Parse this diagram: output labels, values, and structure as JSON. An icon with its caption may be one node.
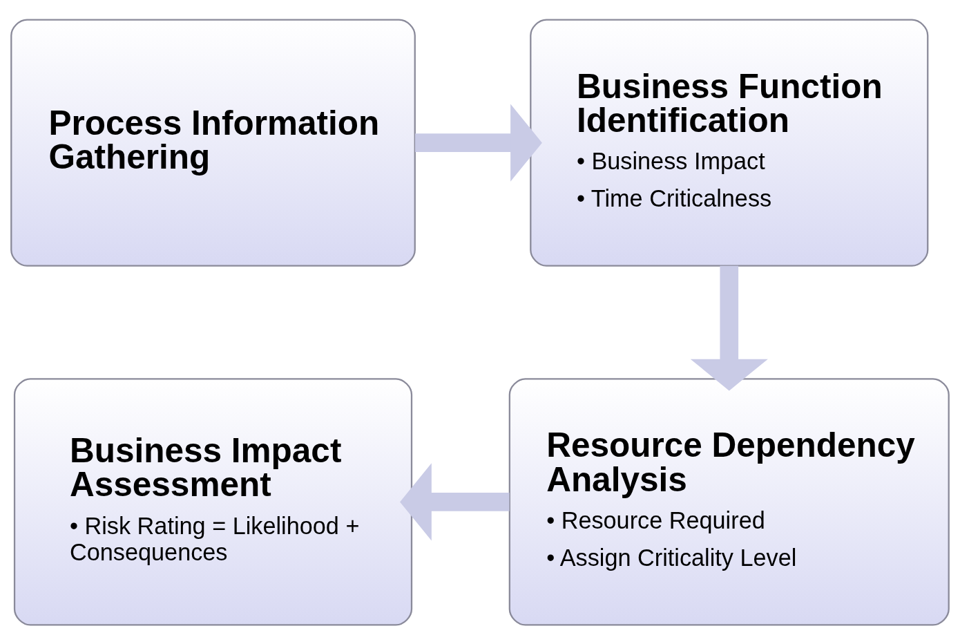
{
  "diagram": {
    "nodes": [
      {
        "text": [
          "Process Information Gathering"
        ]
      },
      {
        "text": [
          "Business Function Identification",
          "• Business Impact",
          "• Time Criticalness"
        ]
      },
      {
        "text": [
          "Business Impact Assessment",
          "• Risk Rating = Likelihood + Consequences"
        ]
      },
      {
        "text": [
          "Resource Dependency Analysis",
          "• Resource Required",
          "• Assign Criticality Level"
        ]
      }
    ],
    "edges": [
      {
        "from": 0,
        "to": 1,
        "arrow": "to"
      },
      {
        "from": 1,
        "to": 3,
        "arrow": "to"
      },
      {
        "from": 3,
        "to": 2,
        "arrow": "to"
      }
    ]
  }
}
